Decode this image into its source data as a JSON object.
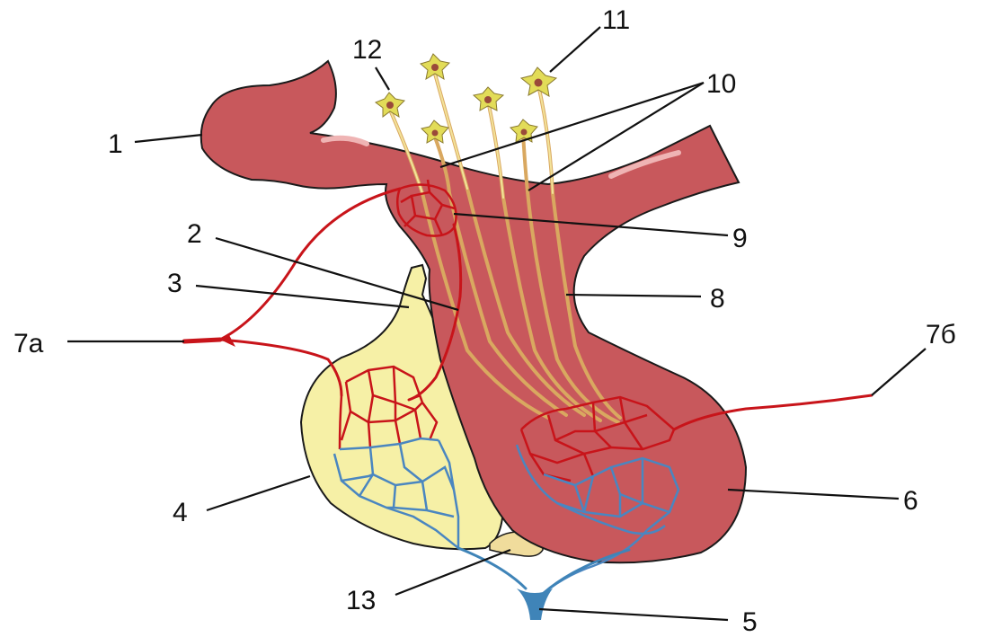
{
  "diagram": {
    "labels": {
      "l1": "1",
      "l2": "2",
      "l3": "3",
      "l4": "4",
      "l5": "5",
      "l6": "6",
      "l7a": "7а",
      "l7b": "7б",
      "l8": "8",
      "l9": "9",
      "l10": "10",
      "l11": "11",
      "l12": "12",
      "l13": "13"
    },
    "colors": {
      "hypothalamus": "#c8585c",
      "hypothalamus_stroke": "#1a1a1a",
      "lobe_yellow": "#f6f0a6",
      "intermediate": "#f0dc9c",
      "artery": "#c8141a",
      "vein": "#4a86c0",
      "portal_blue": "#3f84b8",
      "neuron_body": "#e2dc58",
      "neuron_nucleus": "#9a4a3a",
      "axon": "#d9a860"
    },
    "icons": {
      "neuron": "neurosecretory-cell-icon"
    }
  }
}
